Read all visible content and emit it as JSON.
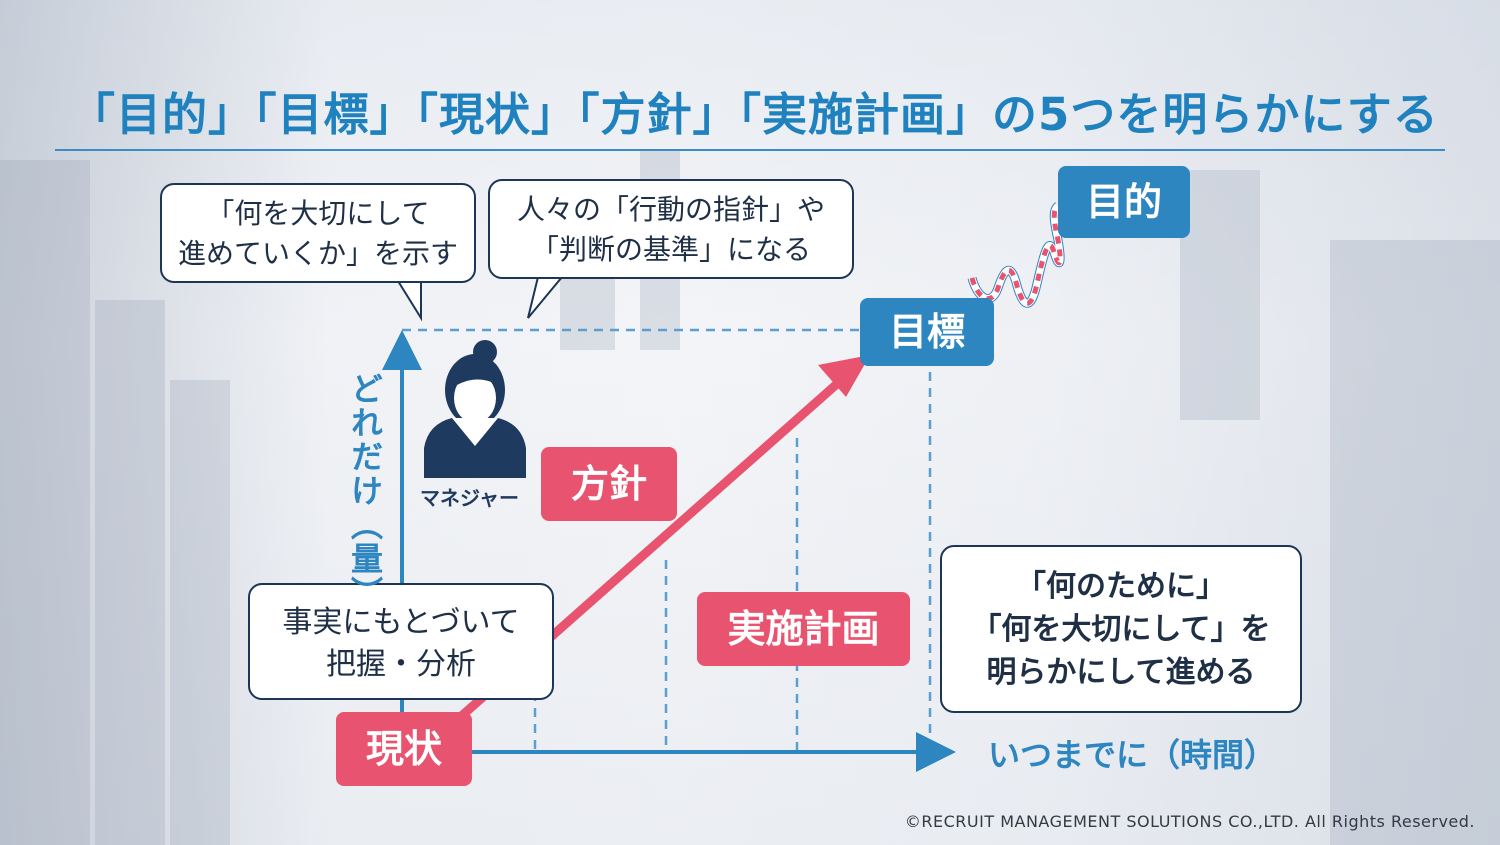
{
  "slide": {
    "title": "「目的」「目標」「現状」「方針」「実施計画」の5つを明らかにする",
    "copyright": "©RECRUIT MANAGEMENT SOLUTIONS CO.,LTD. All Rights Reserved."
  },
  "bubbles": {
    "what_matters": "「何を大切にして\n進めていくか」を示す",
    "guideline": "人々の「行動の指針」や\n「判断の基準」になる",
    "facts": "事実にもとづいて\n把握・分析",
    "why": "「何のために」\n「何を大切にして」を\n明らかにして進める"
  },
  "tags": {
    "purpose": "目的",
    "target": "目標",
    "policy": "方針",
    "plan": "実施計画",
    "current": "現状"
  },
  "axes": {
    "y_label": "どれだけ（量）",
    "x_label": "いつまでに（時間）"
  },
  "manager": {
    "label": "マネジャー",
    "icon": "manager-person-icon"
  },
  "colors": {
    "blue": "#2e86c1",
    "pink": "#e8546f",
    "navy": "#1d3557",
    "title": "#1f82be"
  }
}
